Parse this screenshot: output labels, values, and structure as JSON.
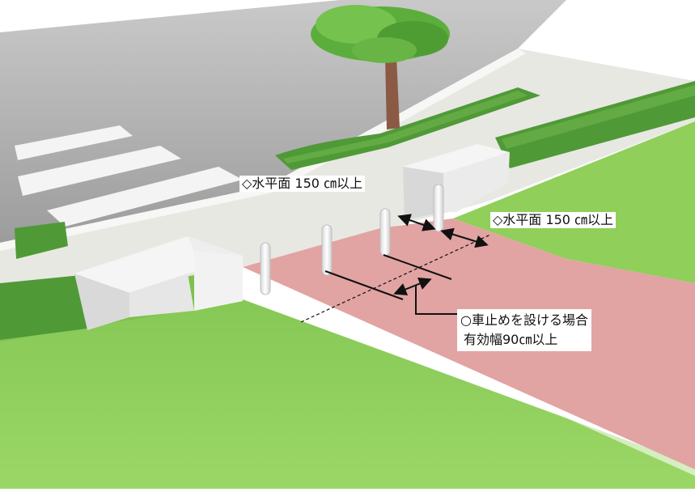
{
  "annotations": {
    "top_level": "◇水平面 150 ㎝以上",
    "right_level": "◇水平面 150 ㎝以上",
    "bollard_title": "○車止めを設ける場合",
    "bollard_width": "有効幅90㎝以上"
  },
  "colors": {
    "lawn": "#8fcf5a",
    "lawn_dark": "#6fb844",
    "sidewalk": "#e7e7e2",
    "road": "#b3b3b3",
    "bike_path": "#e2a3a3",
    "hedge": "#4f9a37",
    "tree_foliage": "#5cae3c",
    "tree_trunk": "#8a5a44",
    "wall": "#ececec",
    "bollard": "#f7f7f7"
  }
}
